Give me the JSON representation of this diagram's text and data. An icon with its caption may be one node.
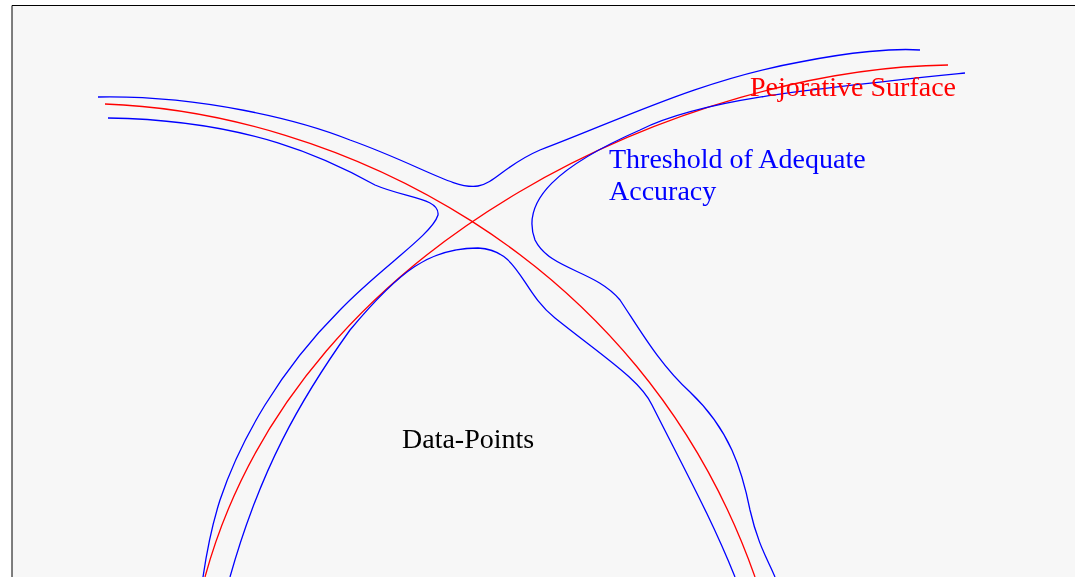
{
  "diagram": {
    "labels": [
      "Pejorative Surface",
      "Threshold of Adequate Accuracy",
      "Data-Points"
    ]
  }
}
